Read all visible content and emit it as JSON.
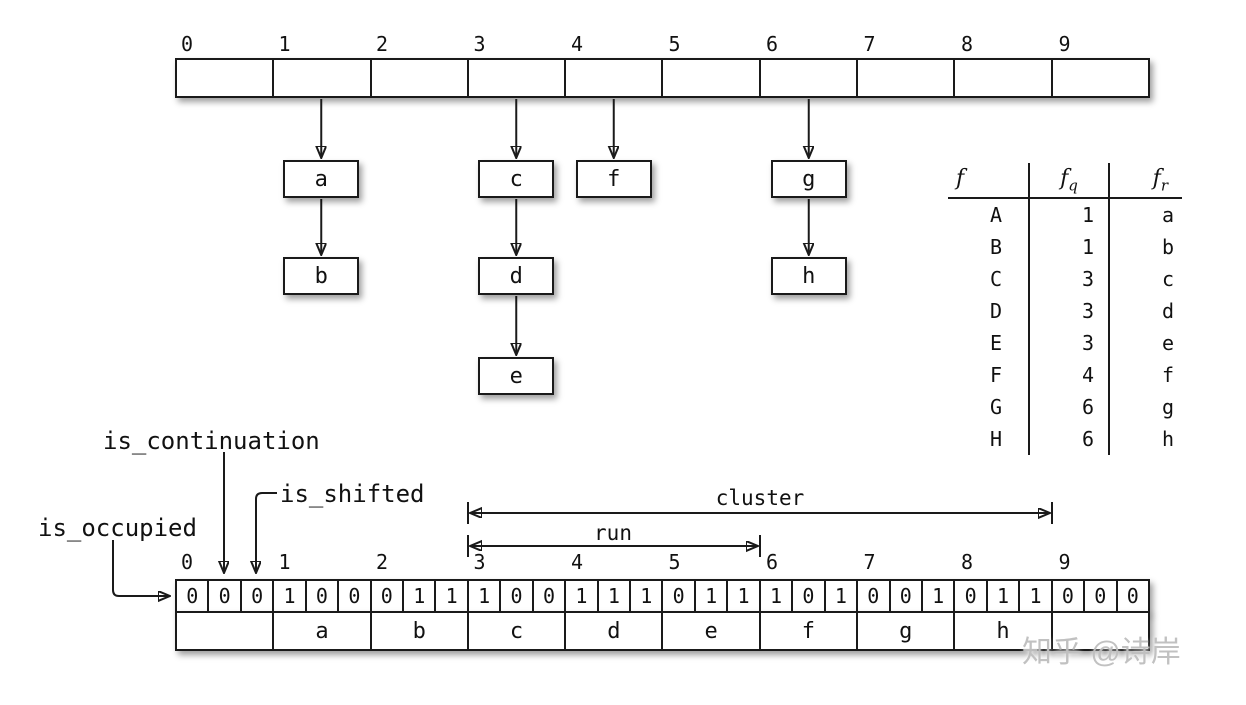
{
  "top_array": {
    "indices": [
      "0",
      "1",
      "2",
      "3",
      "4",
      "5",
      "6",
      "7",
      "8",
      "9"
    ]
  },
  "chains": [
    {
      "slot": 1,
      "boxes": [
        "a",
        "b"
      ]
    },
    {
      "slot": 3,
      "boxes": [
        "c",
        "d",
        "e"
      ]
    },
    {
      "slot": 4,
      "boxes": [
        "f"
      ]
    },
    {
      "slot": 6,
      "boxes": [
        "g",
        "h"
      ]
    }
  ],
  "table": {
    "headers": [
      {
        "base": "f",
        "sub": ""
      },
      {
        "base": "f",
        "sub": "q"
      },
      {
        "base": "f",
        "sub": "r"
      }
    ],
    "rows": [
      [
        "A",
        "1",
        "a"
      ],
      [
        "B",
        "1",
        "b"
      ],
      [
        "C",
        "3",
        "c"
      ],
      [
        "D",
        "3",
        "d"
      ],
      [
        "E",
        "3",
        "e"
      ],
      [
        "F",
        "4",
        "f"
      ],
      [
        "G",
        "6",
        "g"
      ],
      [
        "H",
        "6",
        "h"
      ]
    ]
  },
  "annotations": {
    "is_continuation": "is_continuation",
    "is_shifted": "is_shifted",
    "is_occupied": "is_occupied",
    "cluster": "cluster",
    "run": "run"
  },
  "bottom_array": {
    "indices": [
      "0",
      "1",
      "2",
      "3",
      "4",
      "5",
      "6",
      "7",
      "8",
      "9"
    ],
    "slots": [
      {
        "bits": [
          "0",
          "0",
          "0"
        ],
        "value": ""
      },
      {
        "bits": [
          "1",
          "0",
          "0"
        ],
        "value": "a"
      },
      {
        "bits": [
          "0",
          "1",
          "1"
        ],
        "value": "b"
      },
      {
        "bits": [
          "1",
          "0",
          "0"
        ],
        "value": "c"
      },
      {
        "bits": [
          "1",
          "1",
          "1"
        ],
        "value": "d"
      },
      {
        "bits": [
          "0",
          "1",
          "1"
        ],
        "value": "e"
      },
      {
        "bits": [
          "1",
          "0",
          "1"
        ],
        "value": "f"
      },
      {
        "bits": [
          "0",
          "0",
          "1"
        ],
        "value": "g"
      },
      {
        "bits": [
          "0",
          "1",
          "1"
        ],
        "value": "h"
      },
      {
        "bits": [
          "0",
          "0",
          "0"
        ],
        "value": ""
      }
    ]
  },
  "watermark": "知乎 @诗岸"
}
